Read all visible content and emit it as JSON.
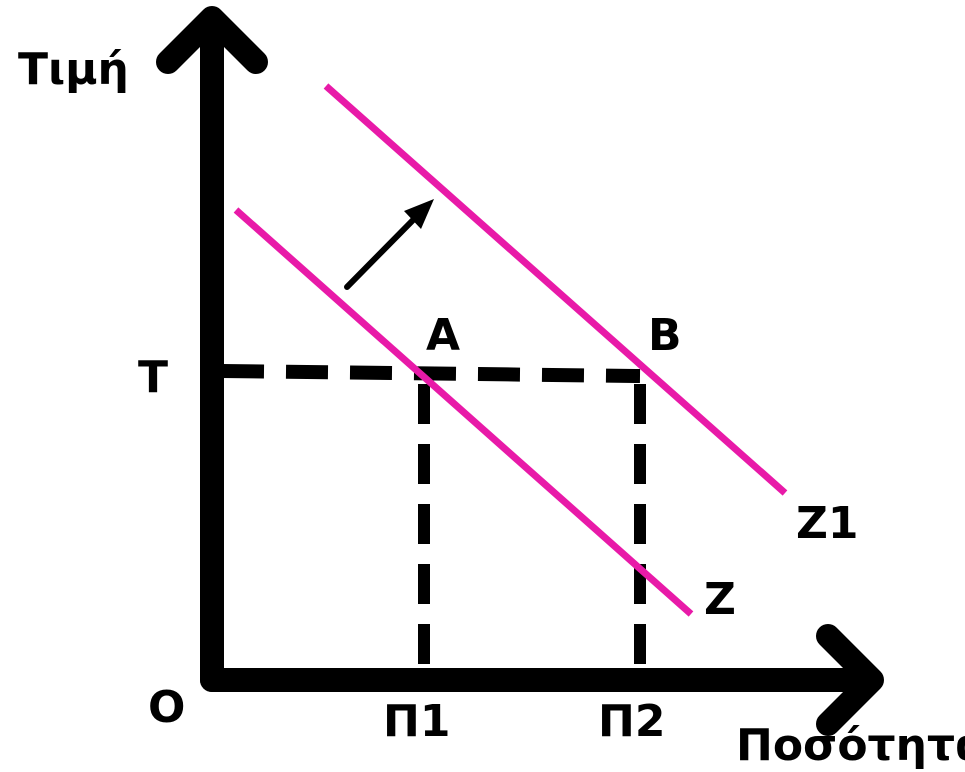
{
  "colors": {
    "axes": "#000000",
    "demand": "#e81aa8",
    "guides": "#000000",
    "arrow": "#000000",
    "background": "#ffffff"
  },
  "labels": {
    "y_axis": "Τιμή",
    "x_axis": "Ποσότητα",
    "origin": "O",
    "price": "T",
    "point_a": "A",
    "point_b": "B",
    "quantity_1": "Π1",
    "quantity_2": "Π2",
    "curve_z": "Z",
    "curve_z1": "Z1"
  }
}
